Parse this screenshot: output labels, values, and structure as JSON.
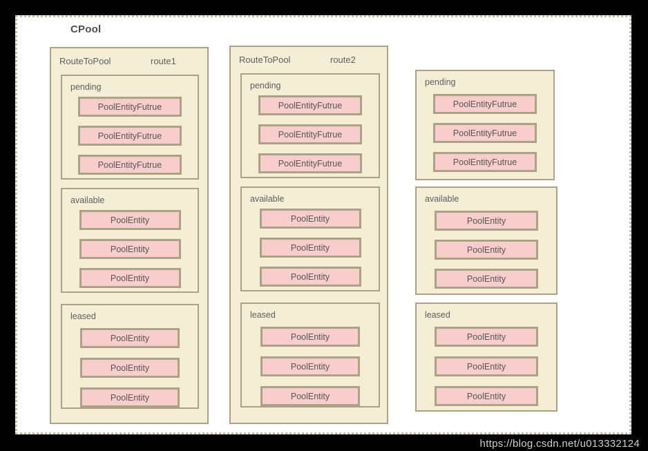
{
  "title": "CPool",
  "watermark": "https://blog.csdn.net/u013332124",
  "colors": {
    "page_background": "#000000",
    "canvas_background": "#ffffff",
    "canvas_border": "#c6bfa5",
    "container_fill": "#f5eed6",
    "container_border": "#aba286",
    "entity_fill": "#f8cecc",
    "entity_border": "#aba286",
    "text": "#5c5c5c",
    "title_text": "#4d4d4d"
  },
  "columns": [
    {
      "has_route_wrapper": true,
      "route_type": "RouteToPool",
      "route_name": "route1",
      "groups": [
        {
          "label": "pending",
          "items": [
            "PoolEntityFutrue",
            "PoolEntityFutrue",
            "PoolEntityFutrue"
          ]
        },
        {
          "label": "available",
          "items": [
            "PoolEntity",
            "PoolEntity",
            "PoolEntity"
          ]
        },
        {
          "label": "leased",
          "items": [
            "PoolEntity",
            "PoolEntity",
            "PoolEntity"
          ]
        }
      ]
    },
    {
      "has_route_wrapper": true,
      "route_type": "RouteToPool",
      "route_name": "route2",
      "groups": [
        {
          "label": "pending",
          "items": [
            "PoolEntityFutrue",
            "PoolEntityFutrue",
            "PoolEntityFutrue"
          ]
        },
        {
          "label": "available",
          "items": [
            "PoolEntity",
            "PoolEntity",
            "PoolEntity"
          ]
        },
        {
          "label": "leased",
          "items": [
            "PoolEntity",
            "PoolEntity",
            "PoolEntity"
          ]
        }
      ]
    },
    {
      "has_route_wrapper": false,
      "route_type": "",
      "route_name": "",
      "groups": [
        {
          "label": "pending",
          "items": [
            "PoolEntityFutrue",
            "PoolEntityFutrue",
            "PoolEntityFutrue"
          ]
        },
        {
          "label": "available",
          "items": [
            "PoolEntity",
            "PoolEntity",
            "PoolEntity"
          ]
        },
        {
          "label": "leased",
          "items": [
            "PoolEntity",
            "PoolEntity",
            "PoolEntity"
          ]
        }
      ]
    }
  ]
}
